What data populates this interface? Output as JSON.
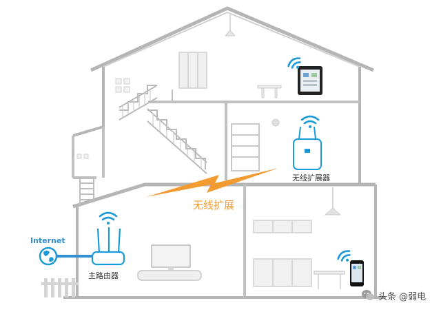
{
  "labels": {
    "internet": "Internet",
    "main_router": "主路由器",
    "wireless_extender": "无线扩展器",
    "wireless_extension": "无线扩展"
  },
  "watermark": {
    "text": "头条 @弱电",
    "icon": "wechat-icon"
  },
  "colors": {
    "wifi_blue": "#1a9ad6",
    "signal_orange": "#f39a30",
    "wall_gray": "#c8c8c8",
    "line_gray": "#a8a8a8",
    "cable_blue": "#2f8fd0"
  },
  "icons": [
    "wifi-icon",
    "globe-icon",
    "tablet-icon",
    "phone-icon",
    "router-icon",
    "extender-icon",
    "lightning-bolt-icon"
  ]
}
